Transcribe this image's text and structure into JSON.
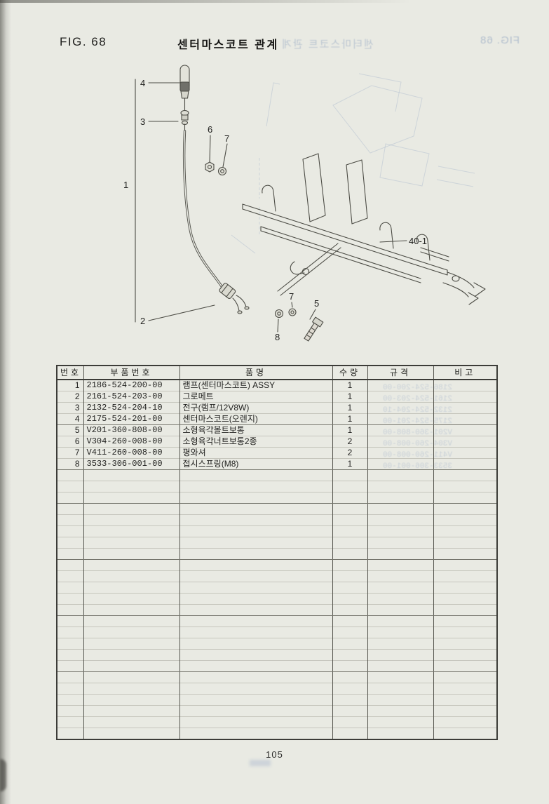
{
  "page": {
    "fig_label": "FIG. 68",
    "title": "센터마스코트 관계",
    "page_number": "105"
  },
  "ghost": {
    "fig_label": "FIG. 68",
    "title": "센터마스코트 관계"
  },
  "diagram": {
    "callouts": {
      "c1": "1",
      "c2": "2",
      "c3": "3",
      "c4": "4",
      "c5": "5",
      "c6": "6",
      "c7_top": "7",
      "c7_bottom": "7",
      "c8": "8",
      "c40_1": "40-1"
    }
  },
  "table": {
    "headers": {
      "no": "번호",
      "part_no": "부품번호",
      "name": "품명",
      "qty": "수량",
      "spec": "규격",
      "remark": "비고"
    },
    "rows": [
      {
        "no": "1",
        "part_no": "2186-524-200-00",
        "name": "램프(센터마스코트) ASSY",
        "qty": "1",
        "spec": "",
        "remark": ""
      },
      {
        "no": "2",
        "part_no": "2161-524-203-00",
        "name": "그로메트",
        "qty": "1",
        "spec": "",
        "remark": ""
      },
      {
        "no": "3",
        "part_no": "2132-524-204-10",
        "name": "전구(램프/12V8W)",
        "qty": "1",
        "spec": "",
        "remark": ""
      },
      {
        "no": "4",
        "part_no": "2175-524-201-00",
        "name": "센터마스코트(오렌지)",
        "qty": "1",
        "spec": "",
        "remark": ""
      },
      {
        "no": "5",
        "part_no": "V201-360-808-00",
        "name": "소형육각볼트보통",
        "qty": "1",
        "spec": "",
        "remark": ""
      },
      {
        "no": "6",
        "part_no": "V304-260-008-00",
        "name": "소형육각너트보통2종",
        "qty": "2",
        "spec": "",
        "remark": ""
      },
      {
        "no": "7",
        "part_no": "V411-260-008-00",
        "name": "평와셔",
        "qty": "2",
        "spec": "",
        "remark": ""
      },
      {
        "no": "8",
        "part_no": "3533-306-001-00",
        "name": "접시스프링(M8)",
        "qty": "1",
        "spec": "",
        "remark": ""
      }
    ]
  }
}
